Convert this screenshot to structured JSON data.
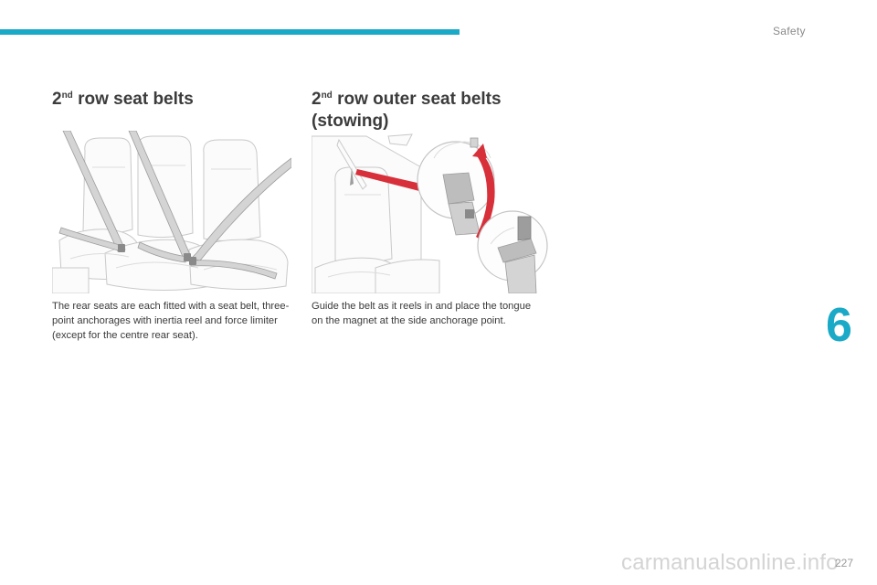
{
  "header": {
    "section": "Safety",
    "accent_color": "#1aa9c7"
  },
  "left_column": {
    "heading_prefix": "2",
    "heading_sup": "nd",
    "heading_rest": " row seat belts",
    "body": "The rear seats are each fitted with a seat belt, three-point anchorages with inertia reel and force limiter (except for the centre rear seat)."
  },
  "right_column": {
    "heading_prefix": "2",
    "heading_sup": "nd",
    "heading_rest": " row outer seat belts (stowing)",
    "body": "Guide the belt as it reels in and place the tongue on the magnet at the side anchorage point."
  },
  "chapter": {
    "number": "6"
  },
  "footer": {
    "page_number": "227",
    "watermark": "carmanualsonline.info"
  }
}
